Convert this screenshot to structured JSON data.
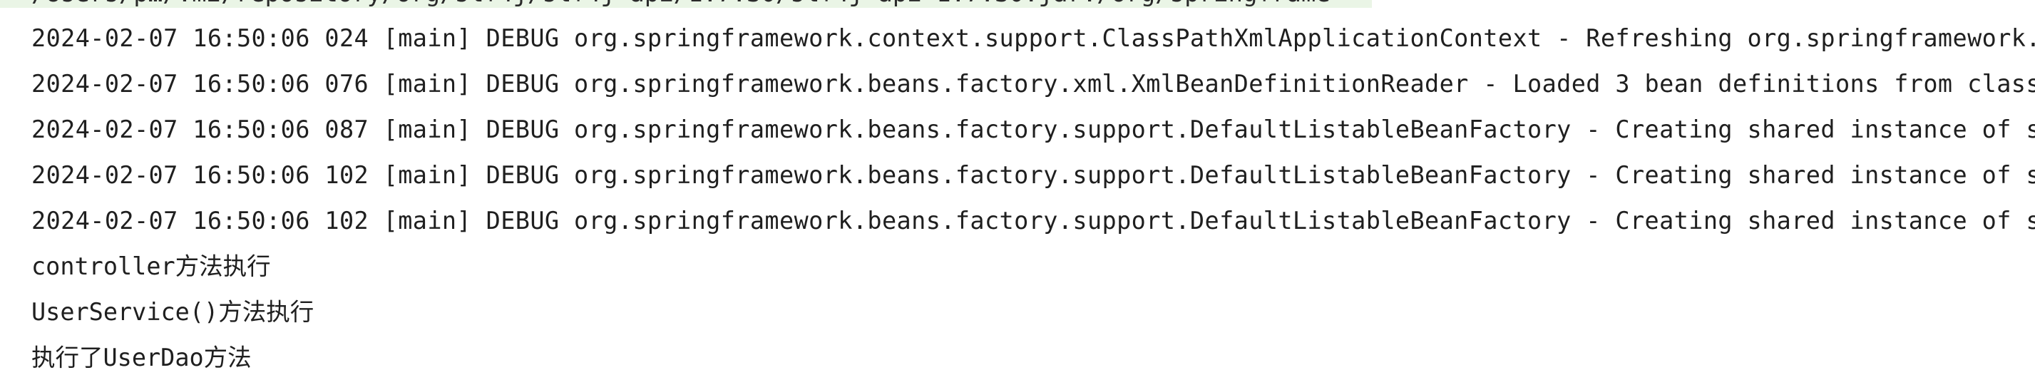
{
  "console": {
    "cut_line": "/Users/p…/.m2/repository/org/slf4j/slf4j-api/1.7.30/slf4j-api-1.7.30.jar:/org/springframe",
    "log_lines": [
      "2024-02-07 16:50:06 024 [main] DEBUG org.springframework.context.support.ClassPathXmlApplicationContext - Refreshing org.springframework.",
      "2024-02-07 16:50:06 076 [main] DEBUG org.springframework.beans.factory.xml.XmlBeanDefinitionReader - Loaded 3 bean definitions from class",
      "2024-02-07 16:50:06 087 [main] DEBUG org.springframework.beans.factory.support.DefaultListableBeanFactory - Creating shared instance of s",
      "2024-02-07 16:50:06 102 [main] DEBUG org.springframework.beans.factory.support.DefaultListableBeanFactory - Creating shared instance of s",
      "2024-02-07 16:50:06 102 [main] DEBUG org.springframework.beans.factory.support.DefaultListableBeanFactory - Creating shared instance of s"
    ],
    "output_lines": [
      "controller方法执行",
      "UserService()方法执行",
      "执行了UserDao方法"
    ]
  }
}
